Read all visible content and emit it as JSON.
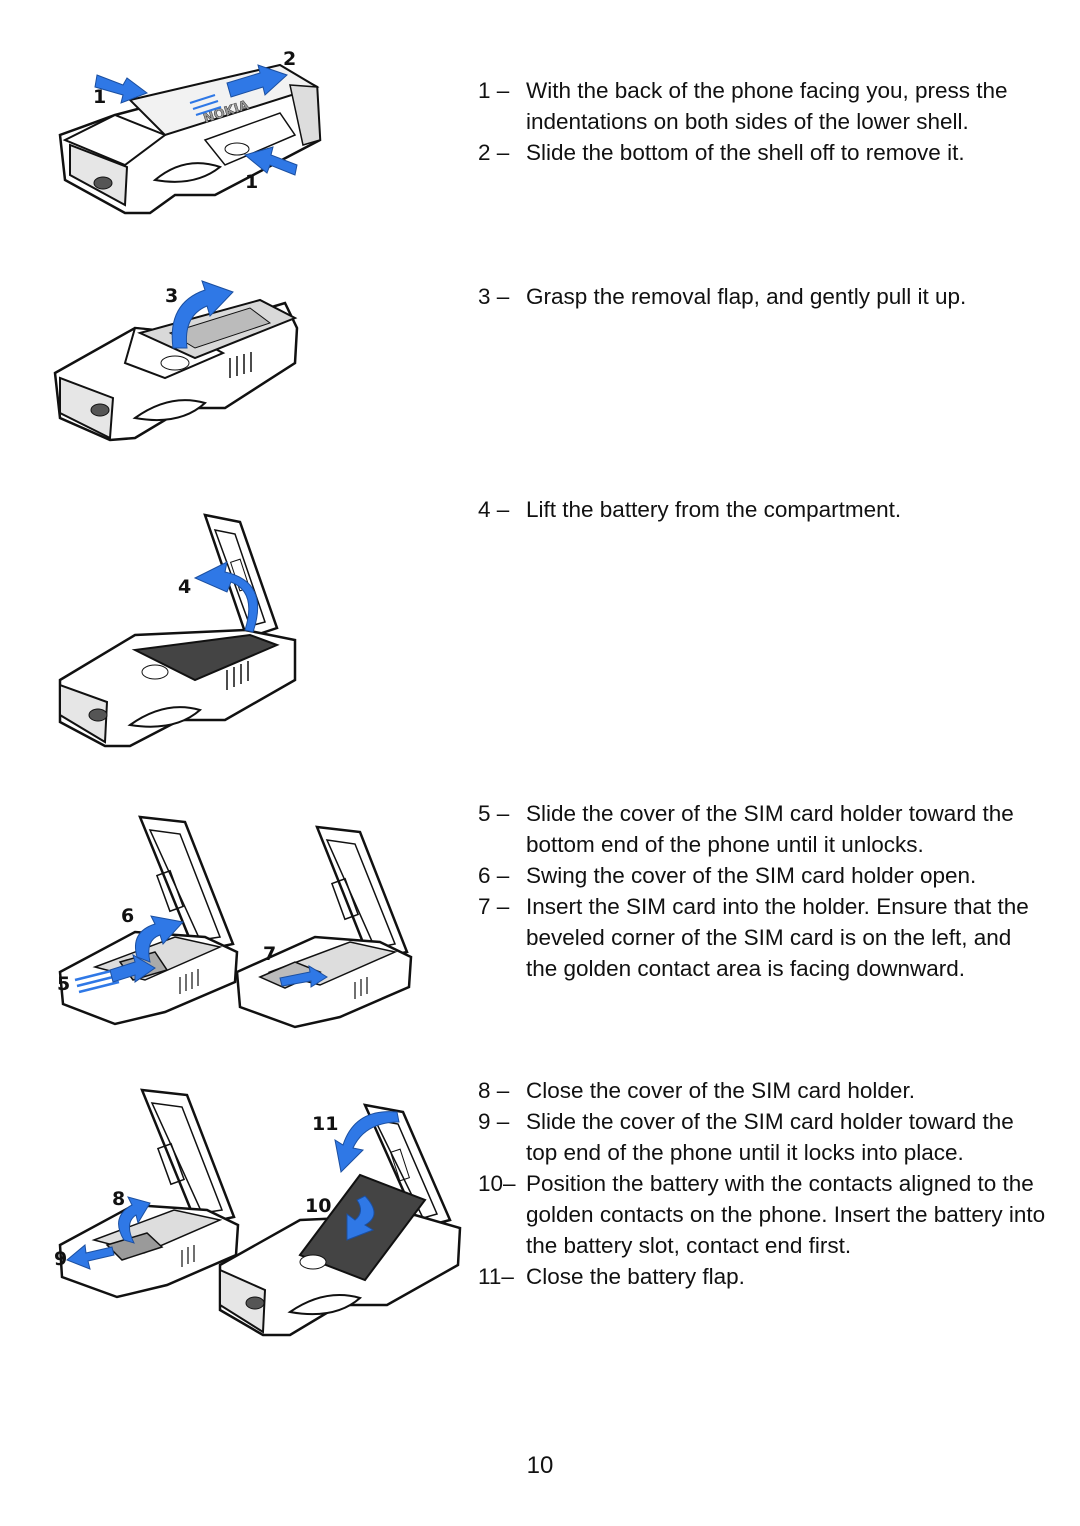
{
  "steps": [
    {
      "num": "1 –",
      "text": "With the back of the phone facing you, press the indentations on both sides of the lower shell."
    },
    {
      "num": "2 –",
      "text": "Slide the bottom of the shell off to remove it."
    },
    {
      "num": "3 –",
      "text": "Grasp the removal flap, and gently pull it up."
    },
    {
      "num": "4 –",
      "text": "Lift the battery from the compartment."
    },
    {
      "num": "5 –",
      "text": "Slide the cover of the SIM card holder toward the bottom end of the phone until it unlocks."
    },
    {
      "num": "6 –",
      "text": "Swing the cover of the SIM card holder open."
    },
    {
      "num": "7 –",
      "text": "Insert the SIM card into the holder. Ensure that the beveled corner of the SIM card is on the left, and the golden contact area is facing downward."
    },
    {
      "num": "8 –",
      "text": "Close the cover of the SIM card holder."
    },
    {
      "num": "9 –",
      "text": "Slide the cover of the SIM card holder toward the top end of the phone until it locks into place."
    },
    {
      "num": "10–",
      "text": "Position the battery with the contacts aligned to the golden contacts on the phone. Insert the battery into the battery slot, contact end first."
    },
    {
      "num": "11–",
      "text": "Close the battery flap."
    }
  ],
  "callouts": {
    "c1a": "1",
    "c1b": "1",
    "c2": "2",
    "c3": "3",
    "c4": "4",
    "c5": "5",
    "c6": "6",
    "c7": "7",
    "c8": "8",
    "c9": "9",
    "c10": "10",
    "c11": "11"
  },
  "phone_logo": "NOKIA",
  "page_number": "10",
  "colors": {
    "arrow": "#2f78e6",
    "outline": "#111111",
    "battery": "#444444",
    "body": "#ffffff"
  }
}
